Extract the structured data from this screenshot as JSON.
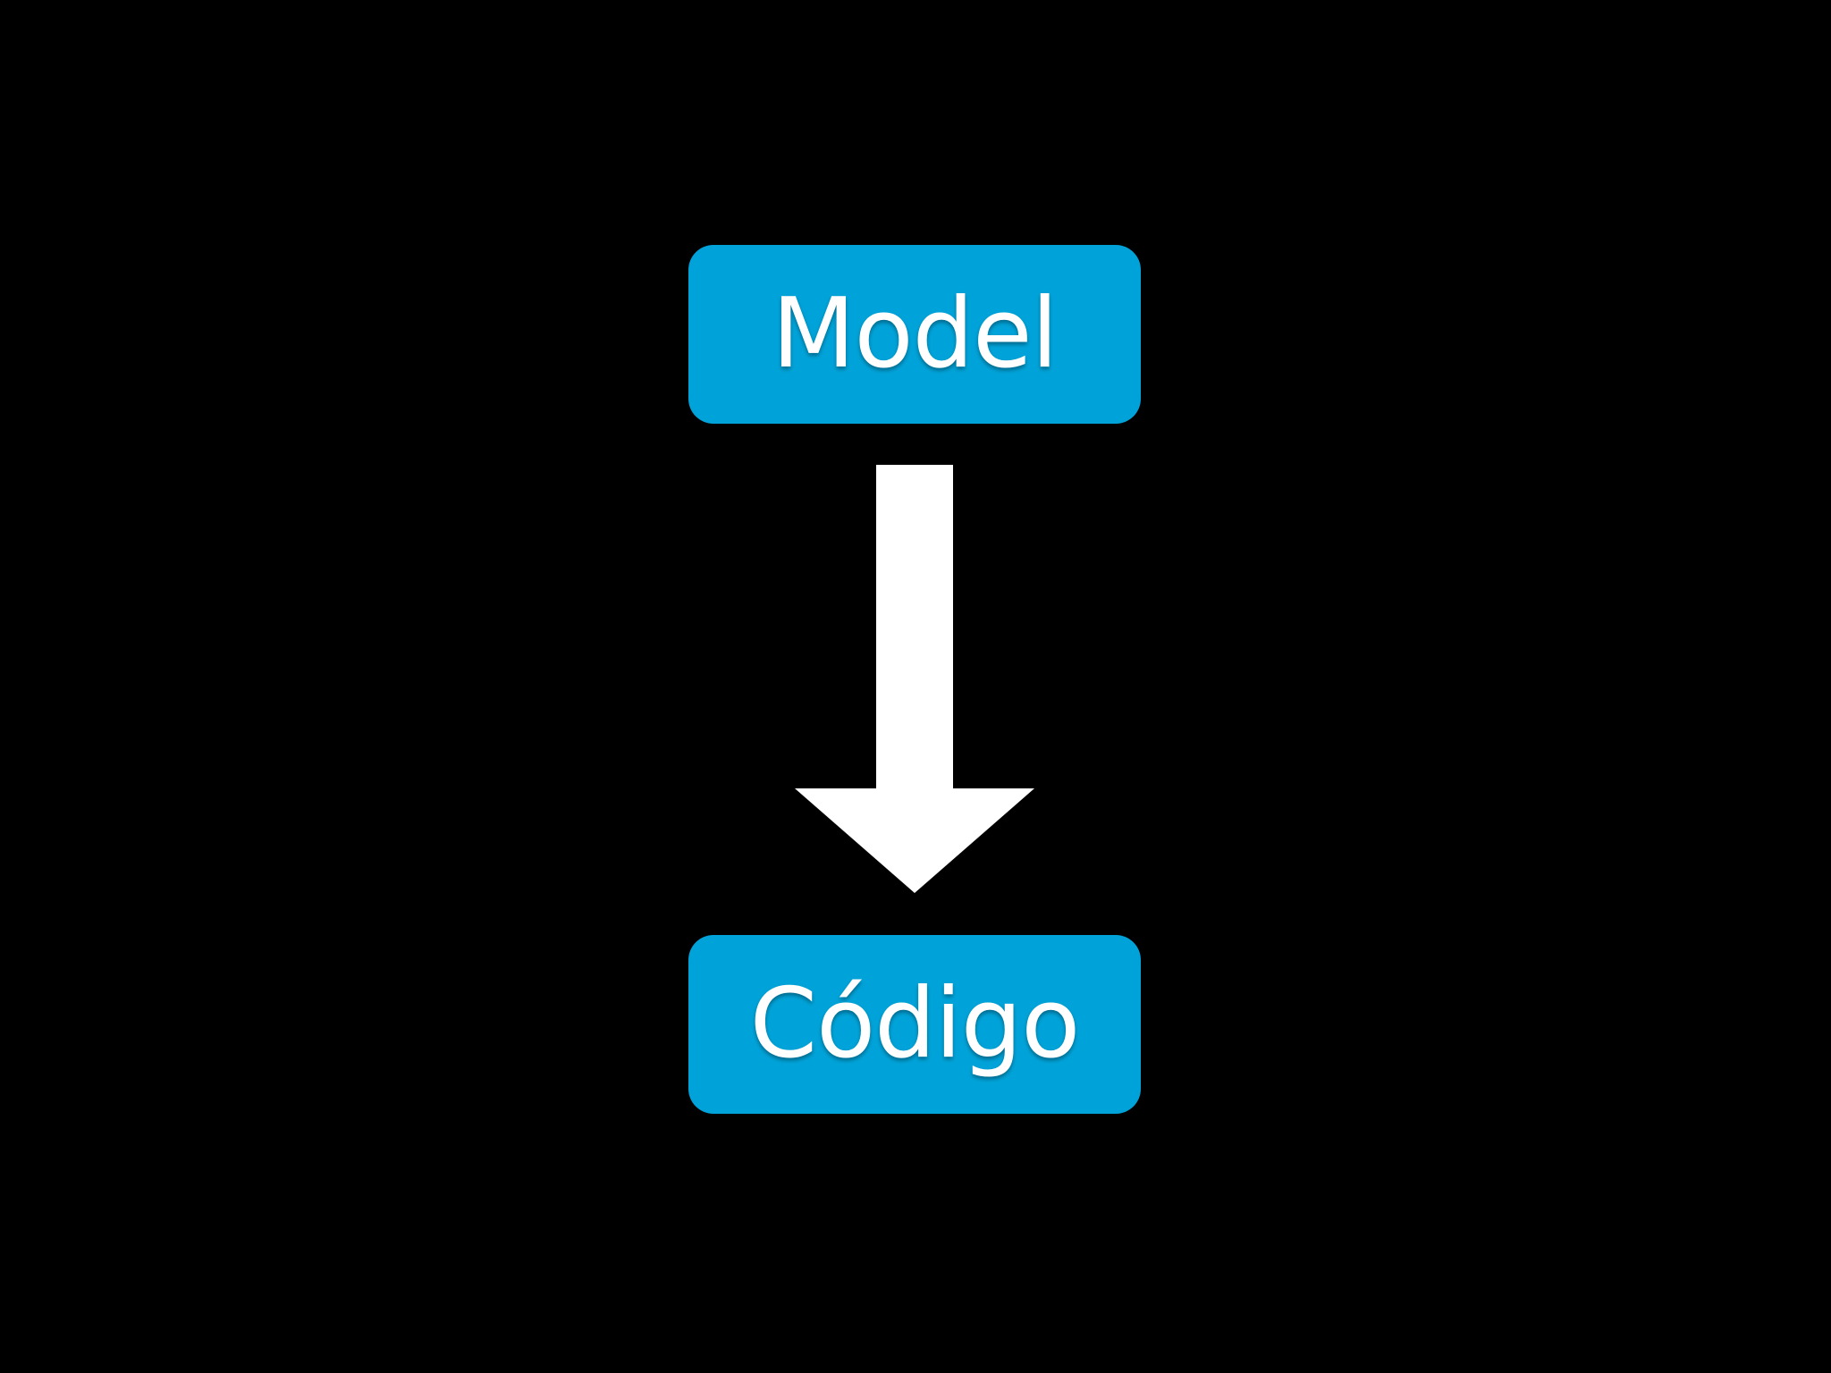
{
  "diagram": {
    "nodes": [
      {
        "id": "model",
        "label": "Model"
      },
      {
        "id": "codigo",
        "label": "Código"
      }
    ],
    "edges": [
      {
        "from": "model",
        "to": "codigo",
        "style": "solid-down-arrow"
      }
    ],
    "colors": {
      "background": "#000000",
      "node_fill": "#00a3d9",
      "node_text": "#ffffff",
      "arrow": "#ffffff"
    }
  }
}
